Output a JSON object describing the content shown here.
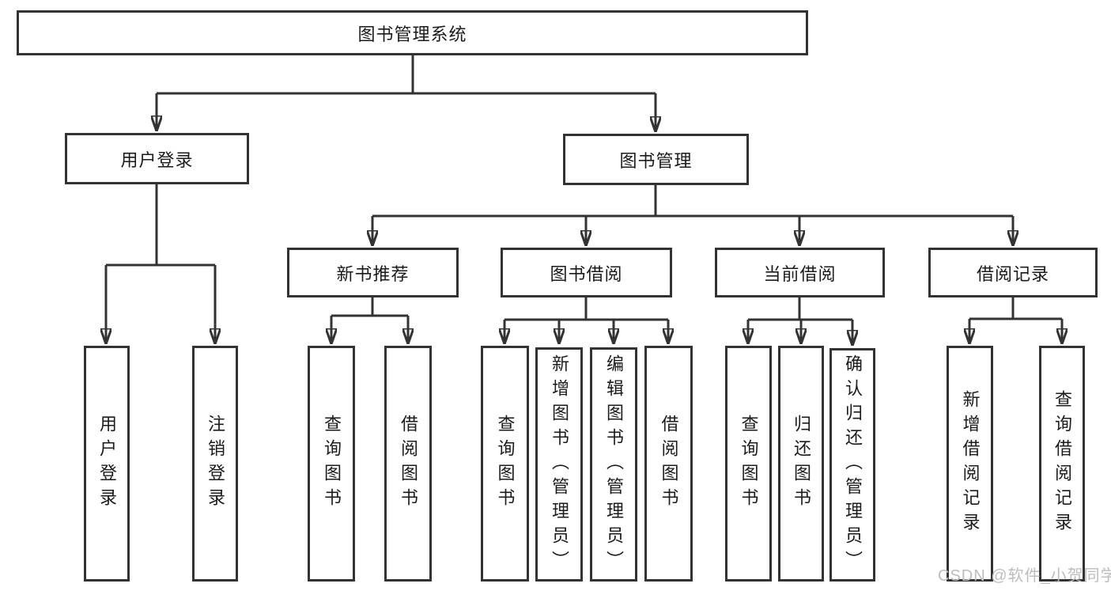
{
  "tree": {
    "root": "图书管理系统",
    "branches": [
      {
        "label": "用户登录",
        "children": [
          "用户登录",
          "注销登录"
        ]
      },
      {
        "label": "图书管理",
        "groups": [
          {
            "label": "新书推荐",
            "children": [
              "查询图书",
              "借阅图书"
            ]
          },
          {
            "label": "图书借阅",
            "children": [
              "查询图书",
              "新增图书（管理员）",
              "编辑图书（管理员）",
              "借阅图书"
            ]
          },
          {
            "label": "当前借阅",
            "children": [
              "查询图书",
              "归还图书",
              "确认归还（管理员）"
            ]
          },
          {
            "label": "借阅记录",
            "children": [
              "新增借阅记录",
              "查询借阅记录"
            ]
          }
        ]
      }
    ]
  },
  "watermark": "CSDN @软件_小贺同学",
  "colors": {
    "line": "#333333",
    "node_border": "#333333",
    "node_fill": "#ffffff",
    "text": "#1b1b1b",
    "watermark": "#bdbdbd",
    "background": "#ffffff"
  }
}
